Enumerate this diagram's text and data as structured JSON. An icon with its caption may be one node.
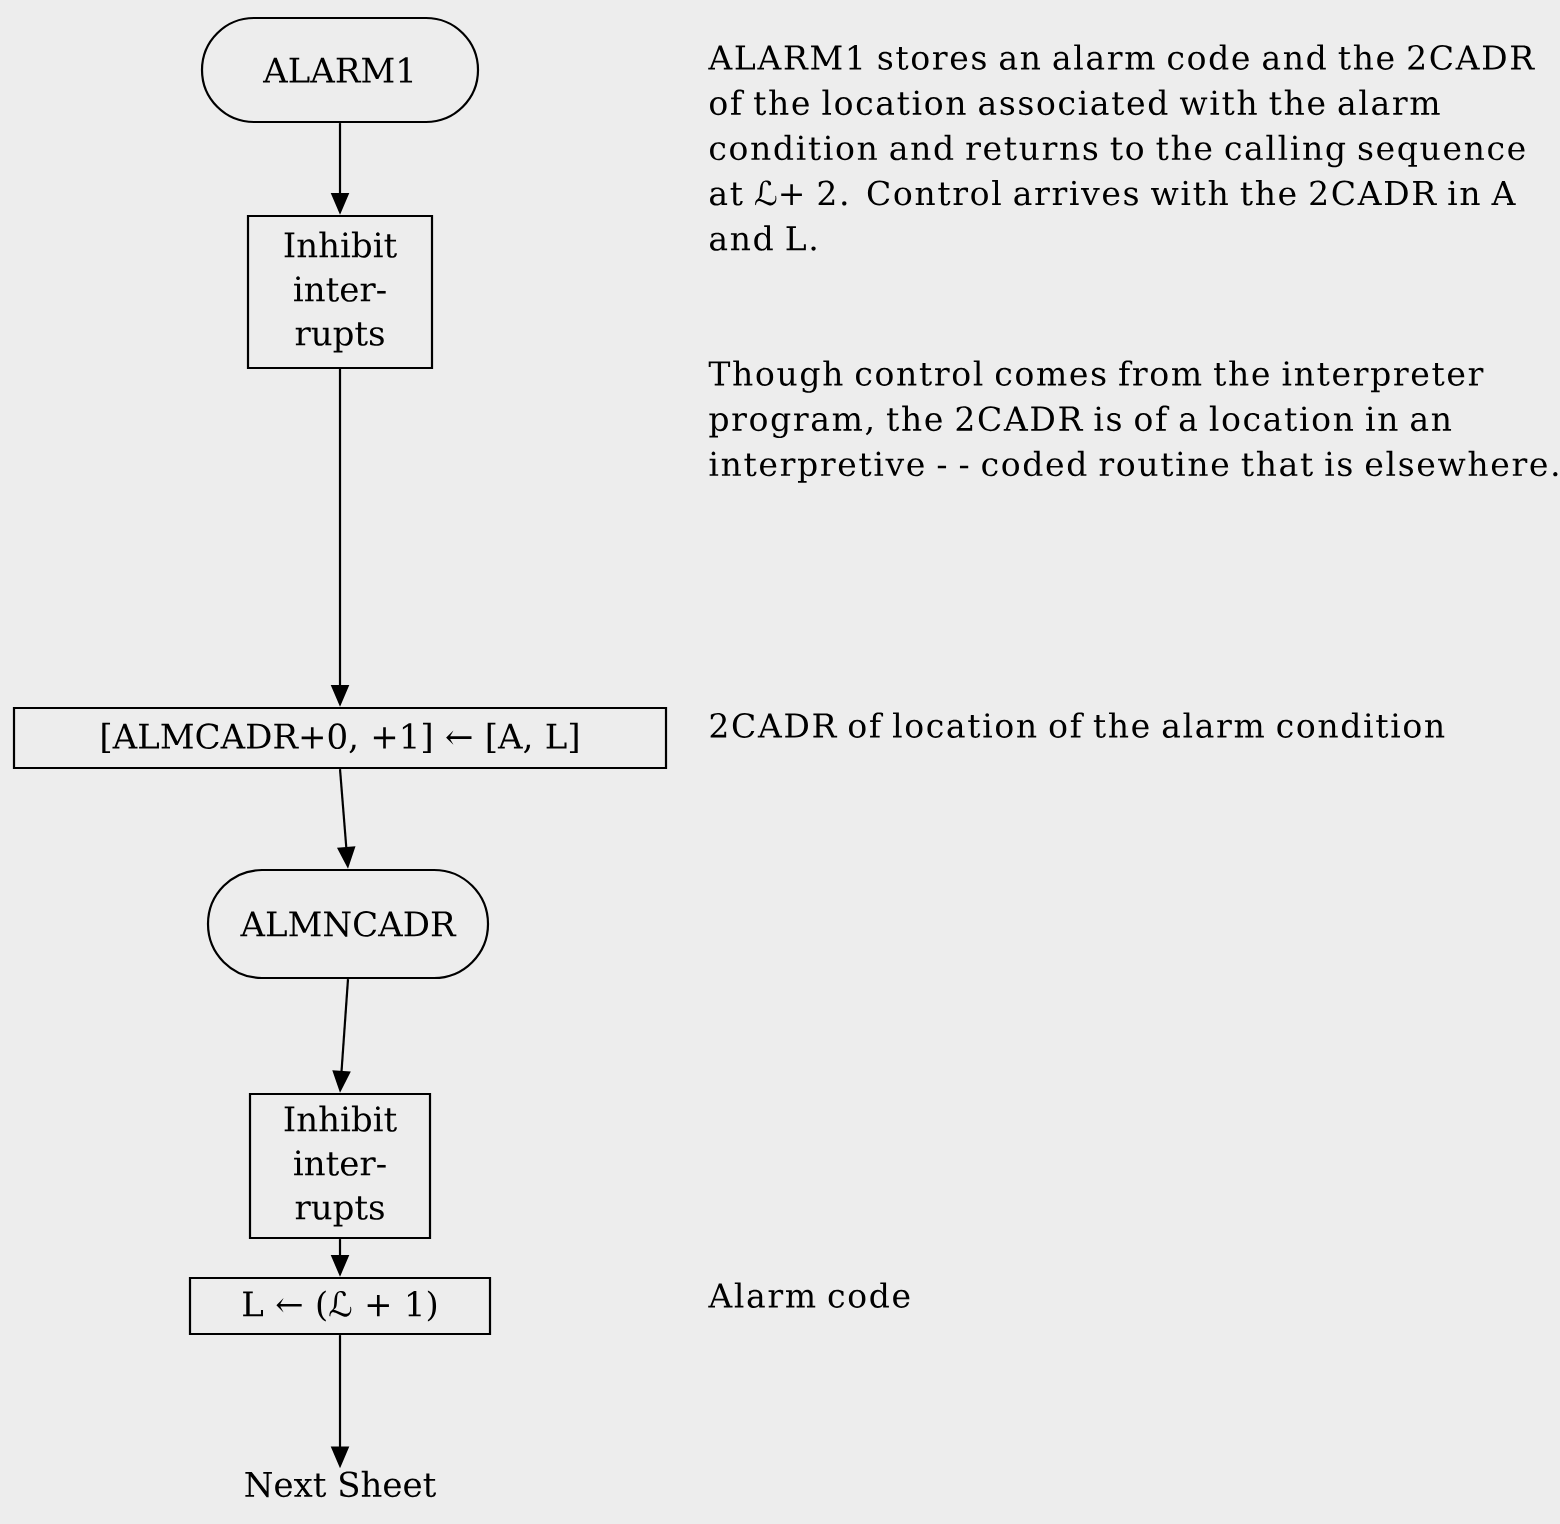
{
  "diagram": {
    "nodes": [
      {
        "text": [
          "ALARM1"
        ]
      },
      {
        "text": [
          "Inhibit inter- rupts"
        ]
      },
      {
        "text": [
          "[ALMCADR+0, +1] ← [A, L]"
        ],
        "beside": [
          "2CADR of location of the alarm condition"
        ]
      },
      {
        "text": [
          "ALMNCADR"
        ]
      },
      {
        "text": [
          "Inhibit inter- rupts"
        ]
      },
      {
        "text": [
          "L ← (ℒ + 1)"
        ]
      },
      {
        "text": [
          "Next Sheet"
        ]
      }
    ],
    "edges": [
      {
        "from": 0,
        "to": 1,
        "arrow": "to"
      },
      {
        "from": 1,
        "to": 2,
        "arrow": "to"
      },
      {
        "from": 2,
        "to": 3,
        "arrow": "to"
      },
      {
        "from": 3,
        "to": 4,
        "arrow": "to"
      },
      {
        "from": 4,
        "to": 5,
        "arrow": "to"
      },
      {
        "from": 5,
        "to": 6,
        "arrow": "to"
      }
    ],
    "labels": [
      "ALARM1 stores an alarm code and the 2CADR of the location associated with the alarm condition and returns to the calling sequence at ℒ+ 2. Control arrives with the 2CADR in A and L.",
      "Though control comes from the interpreter program, the 2CADR is of a location in an interpretive - - coded routine that is elsewhere.",
      "Alarm code"
    ]
  }
}
